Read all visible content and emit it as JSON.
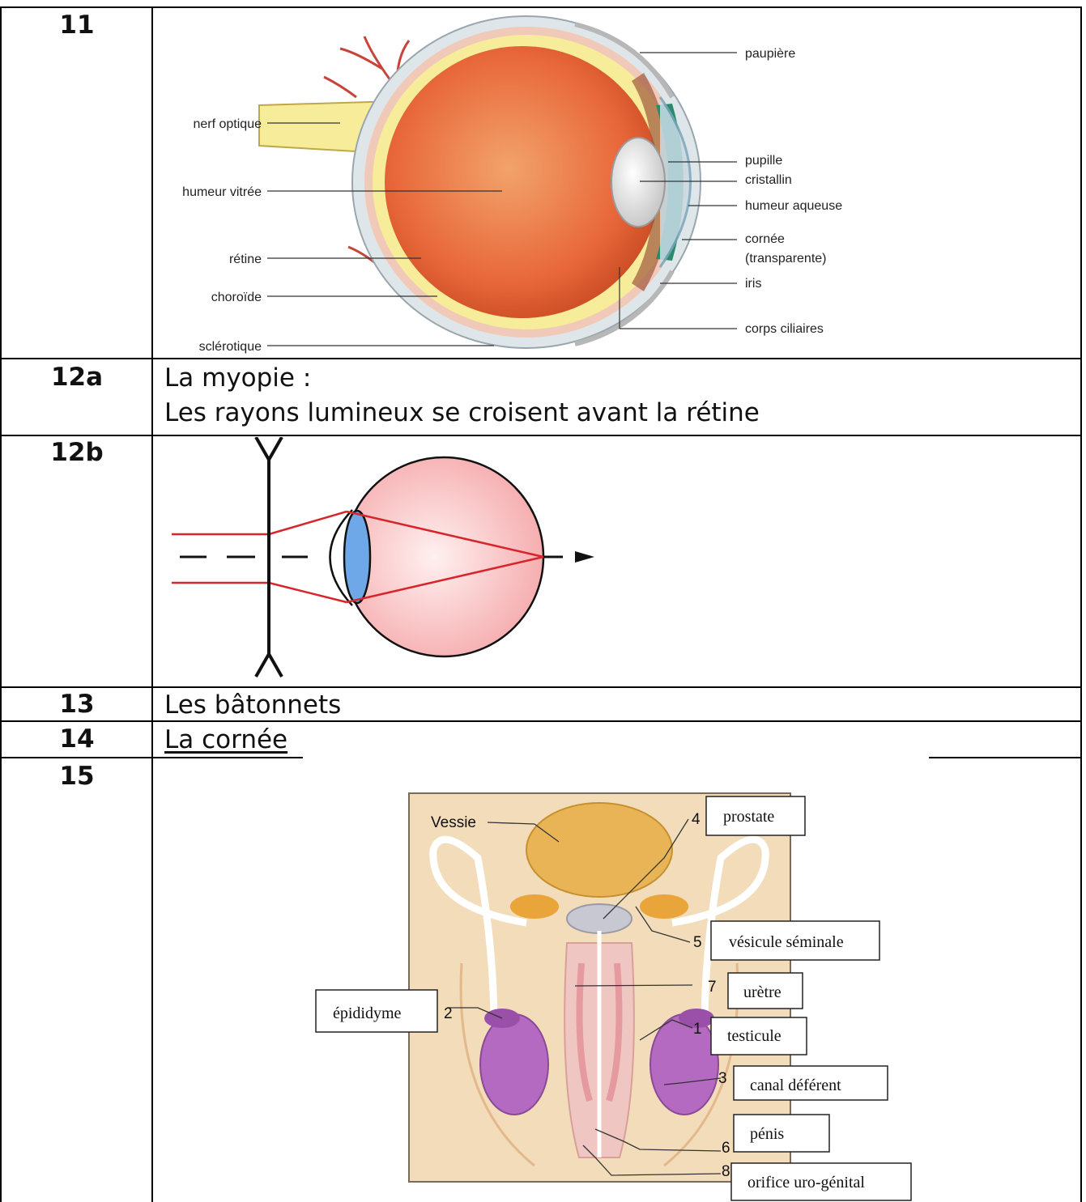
{
  "rows": [
    {
      "number": "11"
    },
    {
      "number": "12a",
      "lines": [
        "La myopie :",
        "Les rayons lumineux se croisent avant la rétine"
      ]
    },
    {
      "number": "12b"
    },
    {
      "number": "13",
      "text": "Les bâtonnets"
    },
    {
      "number": "14",
      "text": "La cornée"
    },
    {
      "number": "15"
    }
  ],
  "eye_diagram": {
    "labels_left": [
      "nerf optique",
      "humeur vitrée",
      "rétine",
      "choroïde",
      "sclérotique"
    ],
    "labels_right": [
      "paupière",
      "pupille",
      "cristallin",
      "humeur aqueuse",
      "cornée",
      "(transparente)",
      "iris",
      "corps ciliaires"
    ]
  },
  "reproductive_diagram": {
    "title_label": "Vessie",
    "boxes": [
      {
        "number": "4",
        "label": "prostate"
      },
      {
        "number": "5",
        "label": "vésicule séminale"
      },
      {
        "number": "7",
        "label": "urètre"
      },
      {
        "number": "2",
        "label": "épididyme"
      },
      {
        "number": "1",
        "label": "testicule"
      },
      {
        "number": "3",
        "label": "canal déférent"
      },
      {
        "number": "6",
        "label": "pénis"
      },
      {
        "number": "8",
        "label": "orifice uro-génital"
      }
    ]
  },
  "colors": {
    "eyeball": "#e8673a",
    "sclera": "#f3e7a4",
    "ray": "#d7262b",
    "lens": "#6fa8e8",
    "iris": "#2a8a6a",
    "skin": "#f2dcb9",
    "testicle": "#b36ac0",
    "bladder": "#e9b456"
  }
}
